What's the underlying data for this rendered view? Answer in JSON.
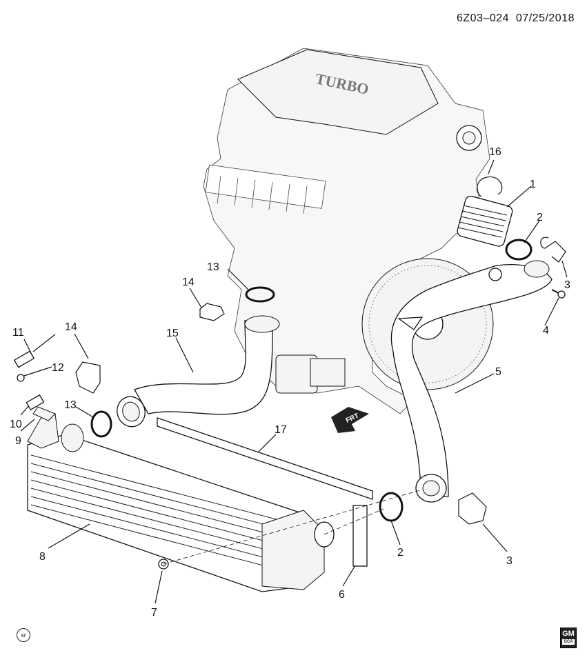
{
  "header": {
    "code": "6Z03–024",
    "date": "07/25/2018"
  },
  "callouts": [
    {
      "id": "c16",
      "label": "16"
    },
    {
      "id": "c1",
      "label": "1"
    },
    {
      "id": "c2a",
      "label": "2"
    },
    {
      "id": "c3a",
      "label": "3"
    },
    {
      "id": "c4",
      "label": "4"
    },
    {
      "id": "c5",
      "label": "5"
    },
    {
      "id": "c13a",
      "label": "13"
    },
    {
      "id": "c14a",
      "label": "14"
    },
    {
      "id": "c15",
      "label": "15"
    },
    {
      "id": "c11",
      "label": "11"
    },
    {
      "id": "c12",
      "label": "12"
    },
    {
      "id": "c14b",
      "label": "14"
    },
    {
      "id": "c13b",
      "label": "13"
    },
    {
      "id": "c10",
      "label": "10"
    },
    {
      "id": "c9",
      "label": "9"
    },
    {
      "id": "c17",
      "label": "17"
    },
    {
      "id": "c8",
      "label": "8"
    },
    {
      "id": "c2b",
      "label": "2"
    },
    {
      "id": "c3b",
      "label": "3"
    },
    {
      "id": "c7",
      "label": "7"
    },
    {
      "id": "c6",
      "label": "6"
    }
  ],
  "engine": {
    "cover_text": "TURBO"
  },
  "frt_label": "FRT",
  "logo": {
    "text": "GM",
    "sub": "GCA"
  },
  "sr_mark": "sr"
}
